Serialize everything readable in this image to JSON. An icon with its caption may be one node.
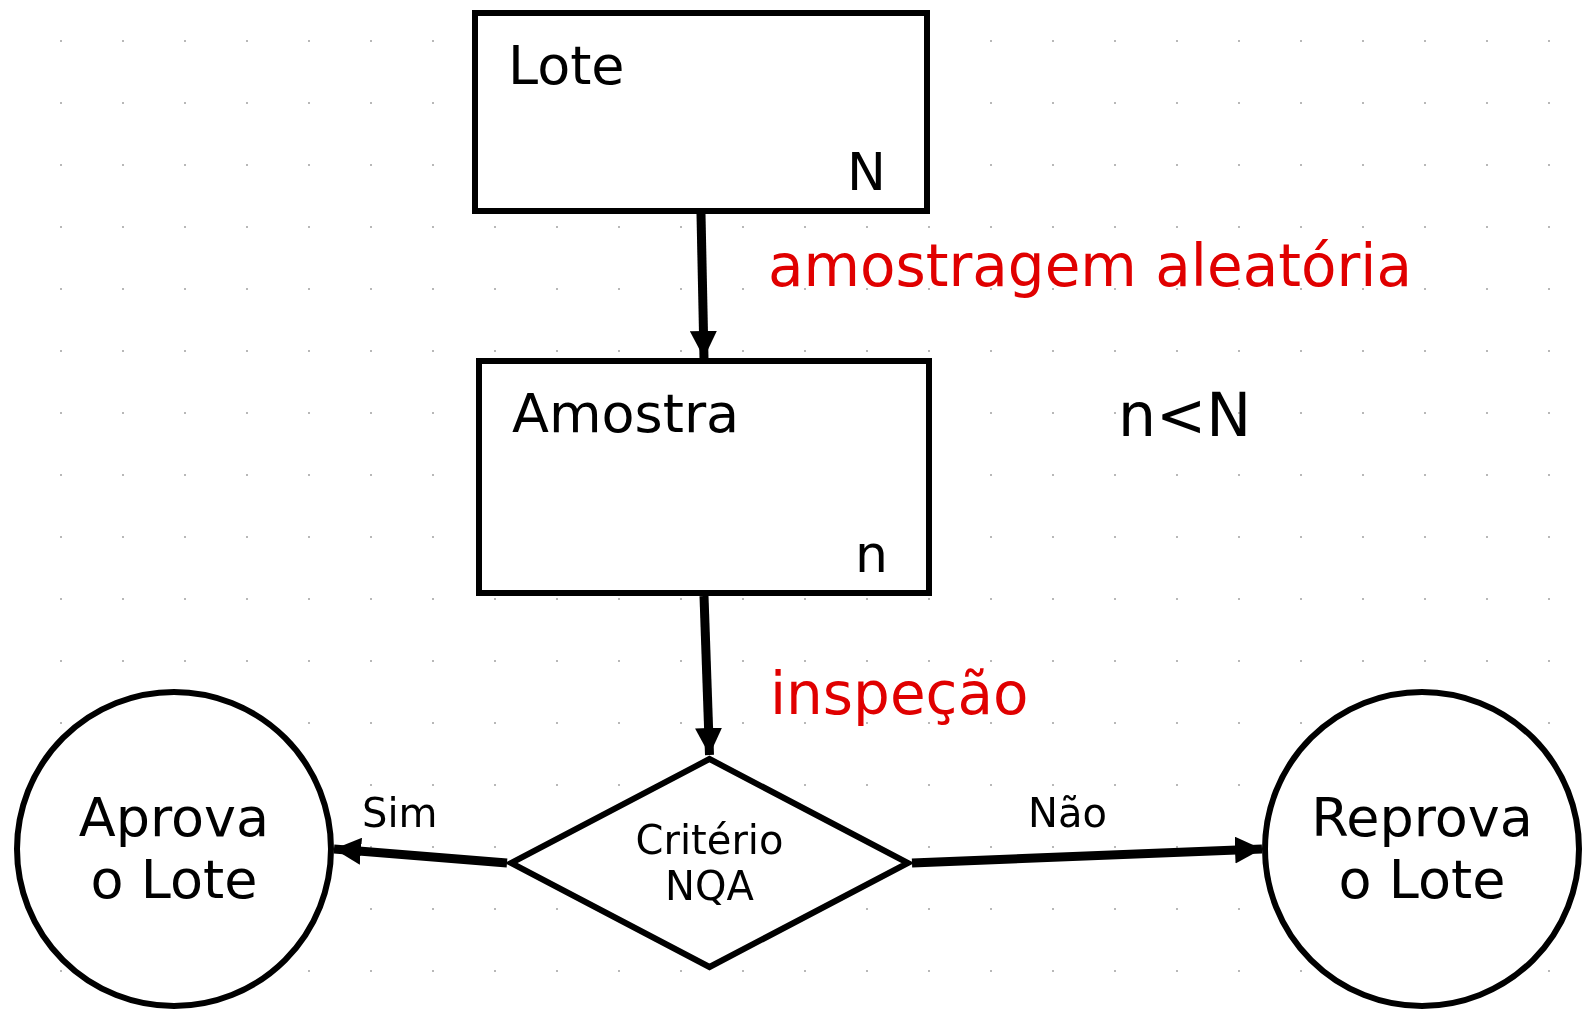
{
  "diagram": {
    "nodes": [
      {
        "text": [
          "Lote",
          "N"
        ]
      },
      {
        "text": [
          "Amostra",
          "n"
        ]
      },
      {
        "text": [
          "Critério NQA"
        ]
      },
      {
        "text": [
          "Aprova o Lote"
        ]
      },
      {
        "text": [
          "Reprova o Lote"
        ]
      }
    ],
    "edges": [
      {
        "from": 0,
        "to": 1,
        "arrow": "to",
        "label": "amostragem aleatória"
      },
      {
        "from": 1,
        "to": 2,
        "arrow": "to",
        "label": "inspeção"
      },
      {
        "from": 2,
        "to": 3,
        "arrow": "to",
        "label": "Sim"
      },
      {
        "from": 2,
        "to": 4,
        "arrow": "to",
        "label": "Não"
      }
    ],
    "labels": [
      "n<N"
    ]
  }
}
